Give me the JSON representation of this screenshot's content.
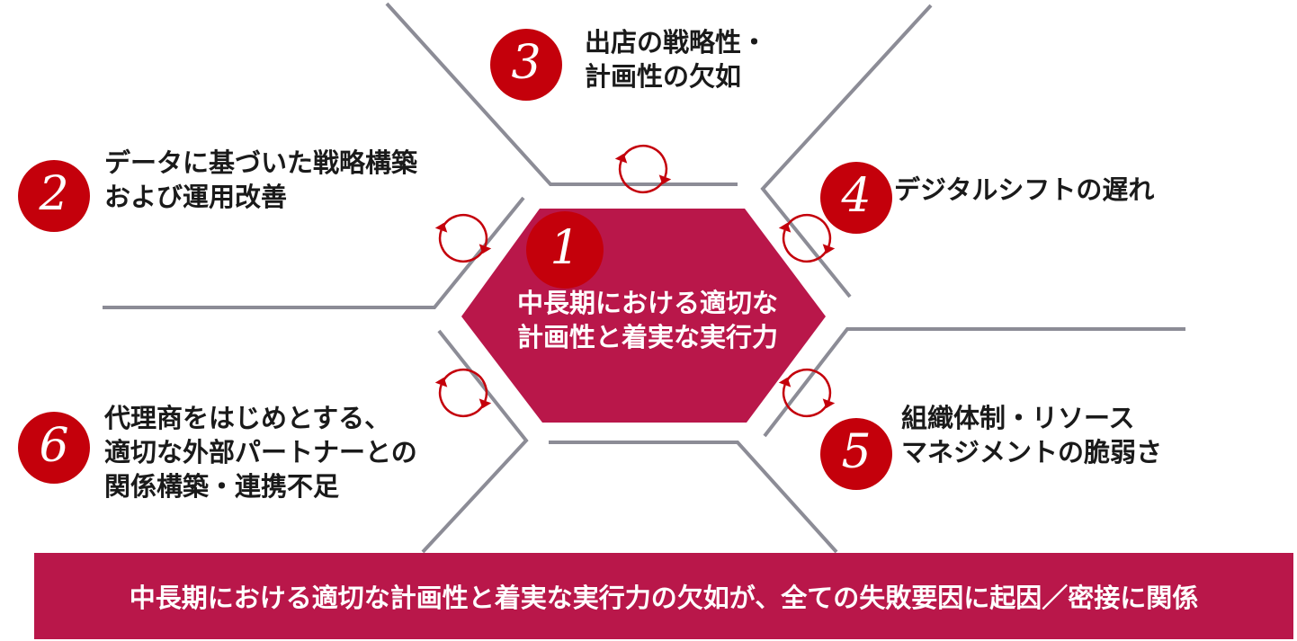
{
  "colors": {
    "hexagon": "#b9174a",
    "circle": "#c4000b",
    "line": "#8c8c96",
    "cycle_arrow": "#c4000b",
    "banner": "#b9174a"
  },
  "center": {
    "number": "1",
    "lines": [
      "中長期における適切な",
      "計画性と着実な実行力"
    ]
  },
  "items": [
    {
      "number": "2",
      "lines": [
        "データに基づいた戦略構築",
        "および運用改善"
      ]
    },
    {
      "number": "3",
      "lines": [
        "出店の戦略性・",
        "計画性の欠如"
      ]
    },
    {
      "number": "4",
      "lines": [
        "デジタルシフトの遅れ"
      ]
    },
    {
      "number": "5",
      "lines": [
        "組織体制・リソース",
        "マネジメントの脆弱さ"
      ]
    },
    {
      "number": "6",
      "lines": [
        "代理商をはじめとする、",
        "適切な外部パートナーとの",
        "関係構築・連携不足"
      ]
    }
  ],
  "banner": {
    "text": "中長期における適切な計画性と着実な実行力の欠如が、全ての失敗要因に起因／密接に関係"
  }
}
